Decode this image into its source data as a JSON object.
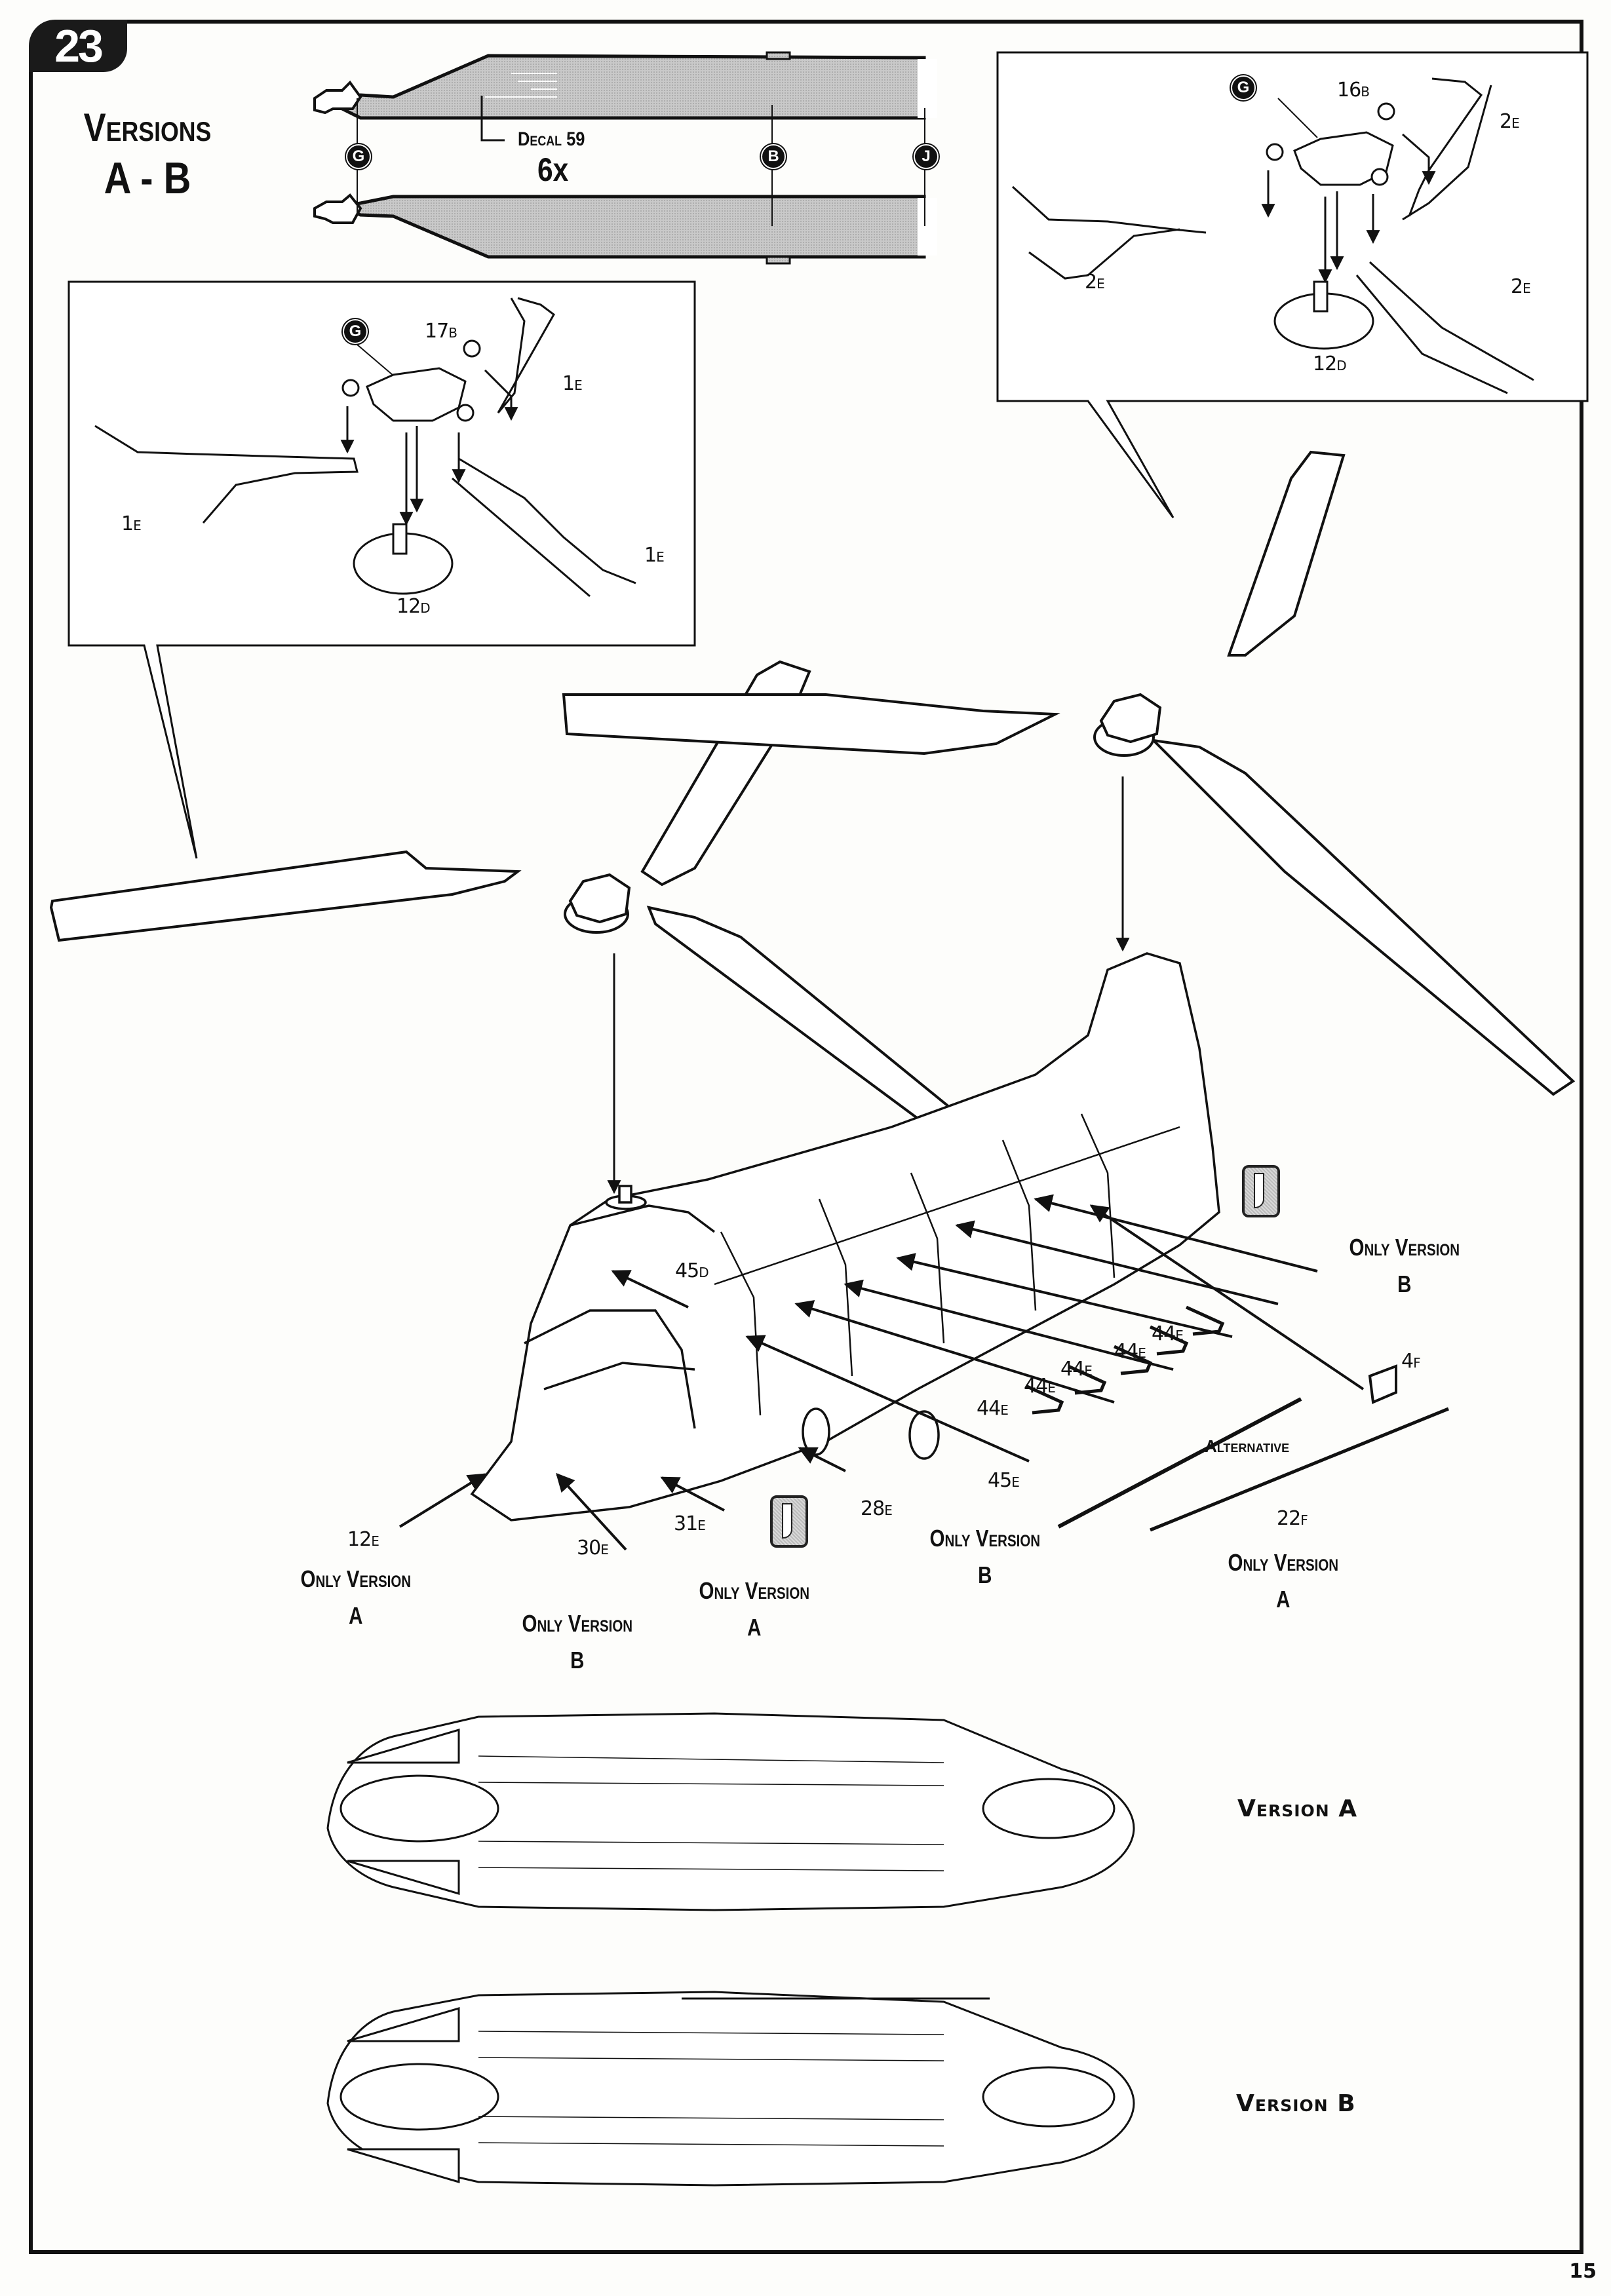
{
  "page": {
    "step_number": "23",
    "page_number": "15"
  },
  "heading": {
    "line1": "Versions",
    "line2": "A - B"
  },
  "blade_diagram": {
    "decal_label": "Decal 59",
    "multiplier": "6x",
    "color_refs": [
      "G",
      "B",
      "J"
    ]
  },
  "inset_front_rotor": {
    "color_ref": "G",
    "parts": [
      {
        "num": "17",
        "sprue": "B"
      },
      {
        "num": "1",
        "sprue": "E"
      },
      {
        "num": "1",
        "sprue": "E"
      },
      {
        "num": "1",
        "sprue": "E"
      },
      {
        "num": "12",
        "sprue": "D"
      }
    ]
  },
  "inset_rear_rotor": {
    "color_ref": "G",
    "parts": [
      {
        "num": "16",
        "sprue": "B"
      },
      {
        "num": "2",
        "sprue": "E"
      },
      {
        "num": "2",
        "sprue": "E"
      },
      {
        "num": "2",
        "sprue": "E"
      },
      {
        "num": "12",
        "sprue": "D"
      }
    ]
  },
  "main_assembly": {
    "parts": {
      "p45d": {
        "num": "45",
        "sprue": "D"
      },
      "p44e_1": {
        "num": "44",
        "sprue": "E"
      },
      "p44e_2": {
        "num": "44",
        "sprue": "E"
      },
      "p44e_3": {
        "num": "44",
        "sprue": "E"
      },
      "p44e_4": {
        "num": "44",
        "sprue": "E"
      },
      "p44e_5": {
        "num": "44",
        "sprue": "E"
      },
      "p4f": {
        "num": "4",
        "sprue": "F"
      },
      "p45e": {
        "num": "45",
        "sprue": "E"
      },
      "p22f": {
        "num": "22",
        "sprue": "F"
      },
      "p12e": {
        "num": "12",
        "sprue": "E"
      },
      "p30e": {
        "num": "30",
        "sprue": "E"
      },
      "p31e": {
        "num": "31",
        "sprue": "E"
      },
      "p28e": {
        "num": "28",
        "sprue": "E"
      }
    },
    "alternative_label": "Alternative",
    "notes": {
      "only_b_top": {
        "line1": "Only Version",
        "line2": "B"
      },
      "only_a_12e": {
        "line1": "Only Version",
        "line2": "A"
      },
      "only_b_30e": {
        "line1": "Only Version",
        "line2": "B"
      },
      "only_a_31e": {
        "line1": "Only Version",
        "line2": "A"
      },
      "only_b_45e": {
        "line1": "Only Version",
        "line2": "B"
      },
      "only_a_22f": {
        "line1": "Only Version",
        "line2": "A"
      }
    }
  },
  "top_views": [
    {
      "label": "Version A"
    },
    {
      "label": "Version B"
    }
  ]
}
